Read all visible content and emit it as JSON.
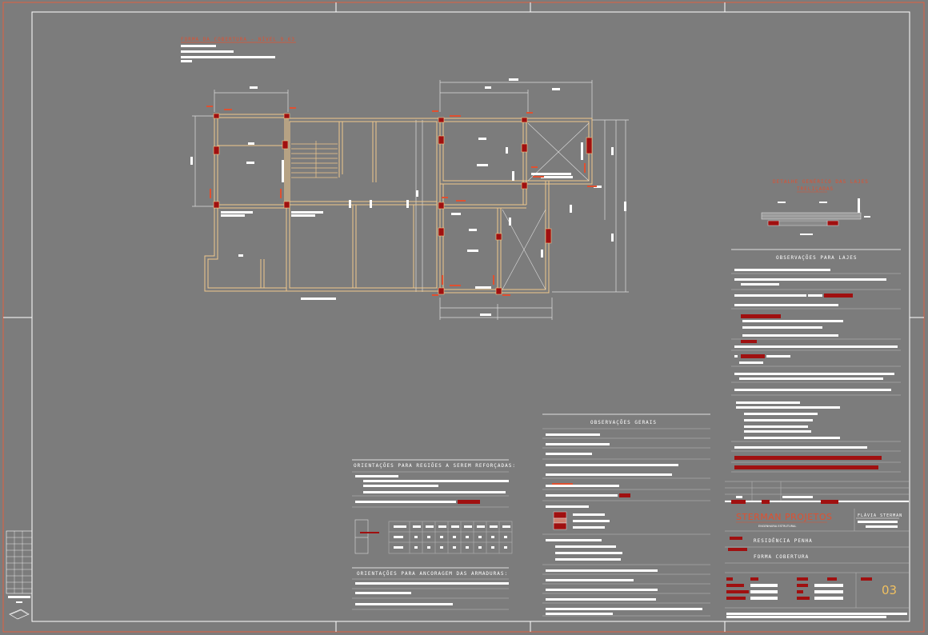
{
  "plan_title": "FORMA DA COBERTURA - NÍVEL 9.63",
  "detail_title": "DETALHE GENÉRICO DAS LAJES",
  "detail_subtitle": "TRELIÇADAS",
  "obs_lajes_title": "OBSERVAÇÕES PARA LAJES",
  "obs_gerais_title": "OBSERVAÇÕES GERAIS",
  "orient_reforco_title": "ORIENTAÇÕES PARA REGIÕES A SEREM REFORÇADAS:",
  "orient_ancoragem_title": "ORIENTAÇÕES PARA ANCORAGEM DAS ARMADURAS:",
  "company_name": "STERMAN PROJETOS",
  "company_tagline": "ENGENHARIA ESTRUTURAL",
  "engineer_name": "FLÁVIA STERMAN",
  "project_name": "RESIDÊNCIA PENHA",
  "drawing_name": "FORMA COBERTURA",
  "sheet_number": "03",
  "colors": {
    "background": "#7c7c7c",
    "frame": "#e06040",
    "wall": "#f0c88c",
    "column": "#a01010",
    "label_red": "#e05030",
    "text": "#ffffff"
  }
}
